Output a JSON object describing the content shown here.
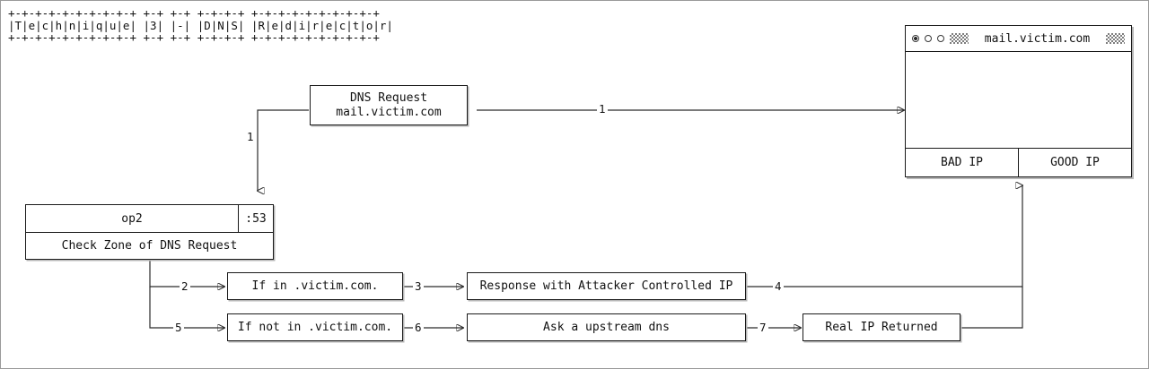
{
  "title_banner": {
    "name": "Technique 3 - DNS Redirector",
    "ascii": "+-+-+-+-+-+-+-+-+-+ +-+ +-+ +-+-+-+ +-+-+-+-+-+-+-+-+-+\n|T|e|c|h|n|i|q|u|e| |3| |-| |D|N|S| |R|e|d|i|r|e|c|t|o|r|\n+-+-+-+-+-+-+-+-+-+ +-+ +-+ +-+-+-+ +-+-+-+-+-+-+-+-+-+"
  },
  "browser": {
    "title": "mail.victim.com",
    "controls": [
      "record-dot",
      "circle-dot",
      "circle-dot"
    ],
    "footer": {
      "bad_ip": "BAD IP",
      "good_ip": "GOOD IP"
    }
  },
  "nodes": {
    "dns_request": "DNS Request\nmail.victim.com",
    "server": {
      "name": "op2",
      "port": ":53",
      "action": "Check Zone of DNS Request"
    },
    "if_in_zone": "If in .victim.com.",
    "if_not_in_zone": "If not in .victim.com.",
    "attacker_response": "Response with Attacker Controlled IP",
    "upstream": "Ask a upstream dns",
    "real_ip": "Real IP Returned"
  },
  "edges": {
    "browser_to_dns_request": "1",
    "dns_request_to_server": "1",
    "server_to_if_in": "2",
    "if_in_to_response": "3",
    "response_to_browser": "4",
    "server_to_if_not_in": "5",
    "if_not_in_to_upstream": "6",
    "upstream_to_real_ip": "7"
  },
  "colors": {
    "stroke": "#2b2b2b",
    "box_border": "#1a1a1a",
    "shadow": "#b7b7b7",
    "canvas_border": "#9a9a9a",
    "text": "#111111"
  }
}
